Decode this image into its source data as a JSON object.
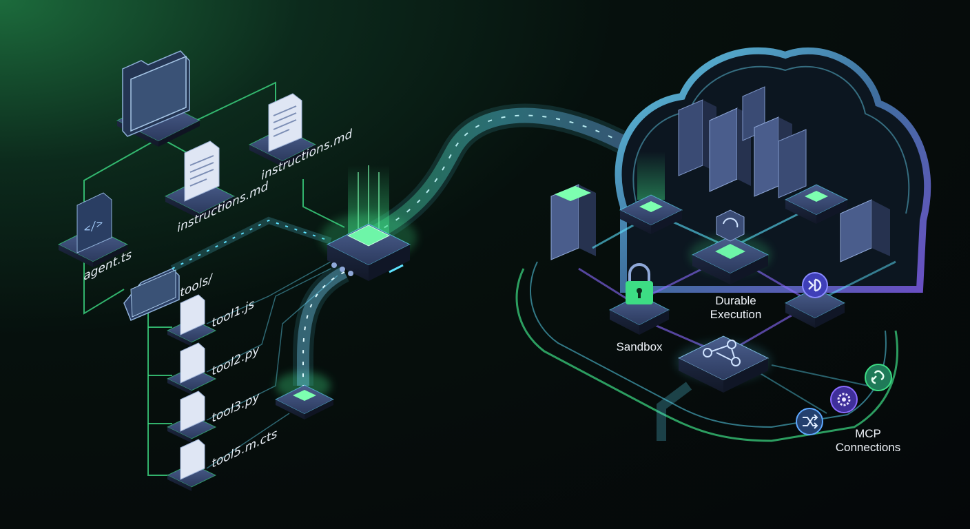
{
  "diagram": {
    "files": {
      "agent": "agent.ts",
      "instructions_a": "instructions.md",
      "instructions_b": "instructions.md",
      "tools_folder": "tools/",
      "tool1": "tool1.js",
      "tool2": "tool2.py",
      "tool3": "tool3.py",
      "tool5": "tool5.m.cts"
    },
    "cloud": {
      "sandbox": "Sandbox",
      "durable_line1": "Durable",
      "durable_line2": "Execution",
      "mcp_line1": "MCP",
      "mcp_line2": "Connections"
    }
  },
  "colors": {
    "accent_green": "#3ddc84",
    "accent_cyan": "#5ee3ff",
    "accent_purple": "#8a6bff",
    "node_blue": "#4a5d8c",
    "background": "#05080a"
  },
  "icons": [
    "folder-icon",
    "document-icon",
    "code-file-icon",
    "lock-icon",
    "refresh-cube-icon",
    "forward-icon",
    "workflow-icon",
    "link-icon",
    "gear-icon",
    "shuffle-icon",
    "server-rack-icon",
    "cloud-icon",
    "hub-chip-icon"
  ]
}
